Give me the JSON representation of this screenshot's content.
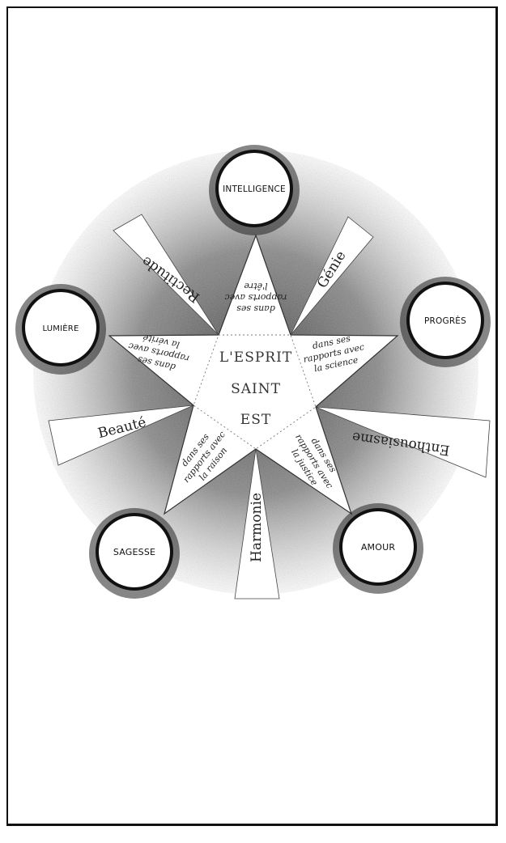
{
  "center": {
    "line1": "L'ESPRIT",
    "line2": "SAINT",
    "line3": "EST"
  },
  "circles": [
    {
      "id": "intelligence",
      "label": "INTELLIGENCE"
    },
    {
      "id": "progres",
      "label": "PROGRÈS"
    },
    {
      "id": "amour",
      "label": "AMOUR"
    },
    {
      "id": "sagesse",
      "label": "SAGESSE"
    },
    {
      "id": "lumiere",
      "label": "LUMIÈRE"
    }
  ],
  "qualities": [
    {
      "id": "genie",
      "label": "Génie"
    },
    {
      "id": "enthousiasme",
      "label": "Enthousiasme"
    },
    {
      "id": "harmonie",
      "label": "Harmonie"
    },
    {
      "id": "beaute",
      "label": "Beauté"
    },
    {
      "id": "rectitude",
      "label": "Rectitude"
    }
  ],
  "points": [
    {
      "id": "top",
      "l1": "dans ses",
      "l2": "rapports avec",
      "l3": "l'être"
    },
    {
      "id": "right",
      "l1": "dans ses",
      "l2": "rapports avec",
      "l3": "la science"
    },
    {
      "id": "lower-right",
      "l1": "dans ses",
      "l2": "rapports avec",
      "l3": "la justice"
    },
    {
      "id": "lower-left",
      "l1": "dans ses",
      "l2": "rapports avec",
      "l3": "la raison"
    },
    {
      "id": "left",
      "l1": "dans ses",
      "l2": "rapports avec",
      "l3": "la vérité"
    }
  ]
}
